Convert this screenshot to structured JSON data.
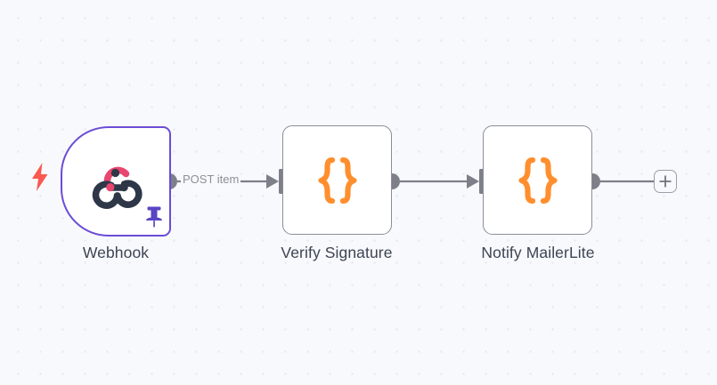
{
  "canvas": {
    "background_color": "#f8f9fc",
    "dot_color": "#e3e6ef",
    "grid_spacing": 25
  },
  "colors": {
    "trigger_border": "#6b4cd6",
    "node_border": "#8b8e98",
    "connector": "#7d7f89",
    "code_icon": "#ff8f2e",
    "webhook_accent": "#e8456f",
    "webhook_dark": "#2d3748",
    "bolt": "#f9594f",
    "pin": "#5a45c4",
    "label_text": "#3c4453",
    "edge_label_text": "#8d8f99"
  },
  "nodes": [
    {
      "id": "webhook",
      "caption": "Webhook",
      "icon": "webhook-icon",
      "kind": "trigger",
      "pinned": true,
      "has_trigger_bolt": true
    },
    {
      "id": "verify-signature",
      "caption": "Verify Signature",
      "icon": "code-braces-icon",
      "kind": "code",
      "pinned": false,
      "has_trigger_bolt": false
    },
    {
      "id": "notify-mailerlite",
      "caption": "Notify MailerLite",
      "icon": "code-braces-icon",
      "kind": "code",
      "pinned": false,
      "has_trigger_bolt": false
    }
  ],
  "connections": [
    {
      "from": "webhook",
      "to": "verify-signature",
      "label": "POST item"
    },
    {
      "from": "verify-signature",
      "to": "notify-mailerlite",
      "label": ""
    },
    {
      "from": "notify-mailerlite",
      "to": "add-node-button",
      "label": ""
    }
  ],
  "add_button": {
    "label": "+",
    "name": "add-node-button"
  }
}
